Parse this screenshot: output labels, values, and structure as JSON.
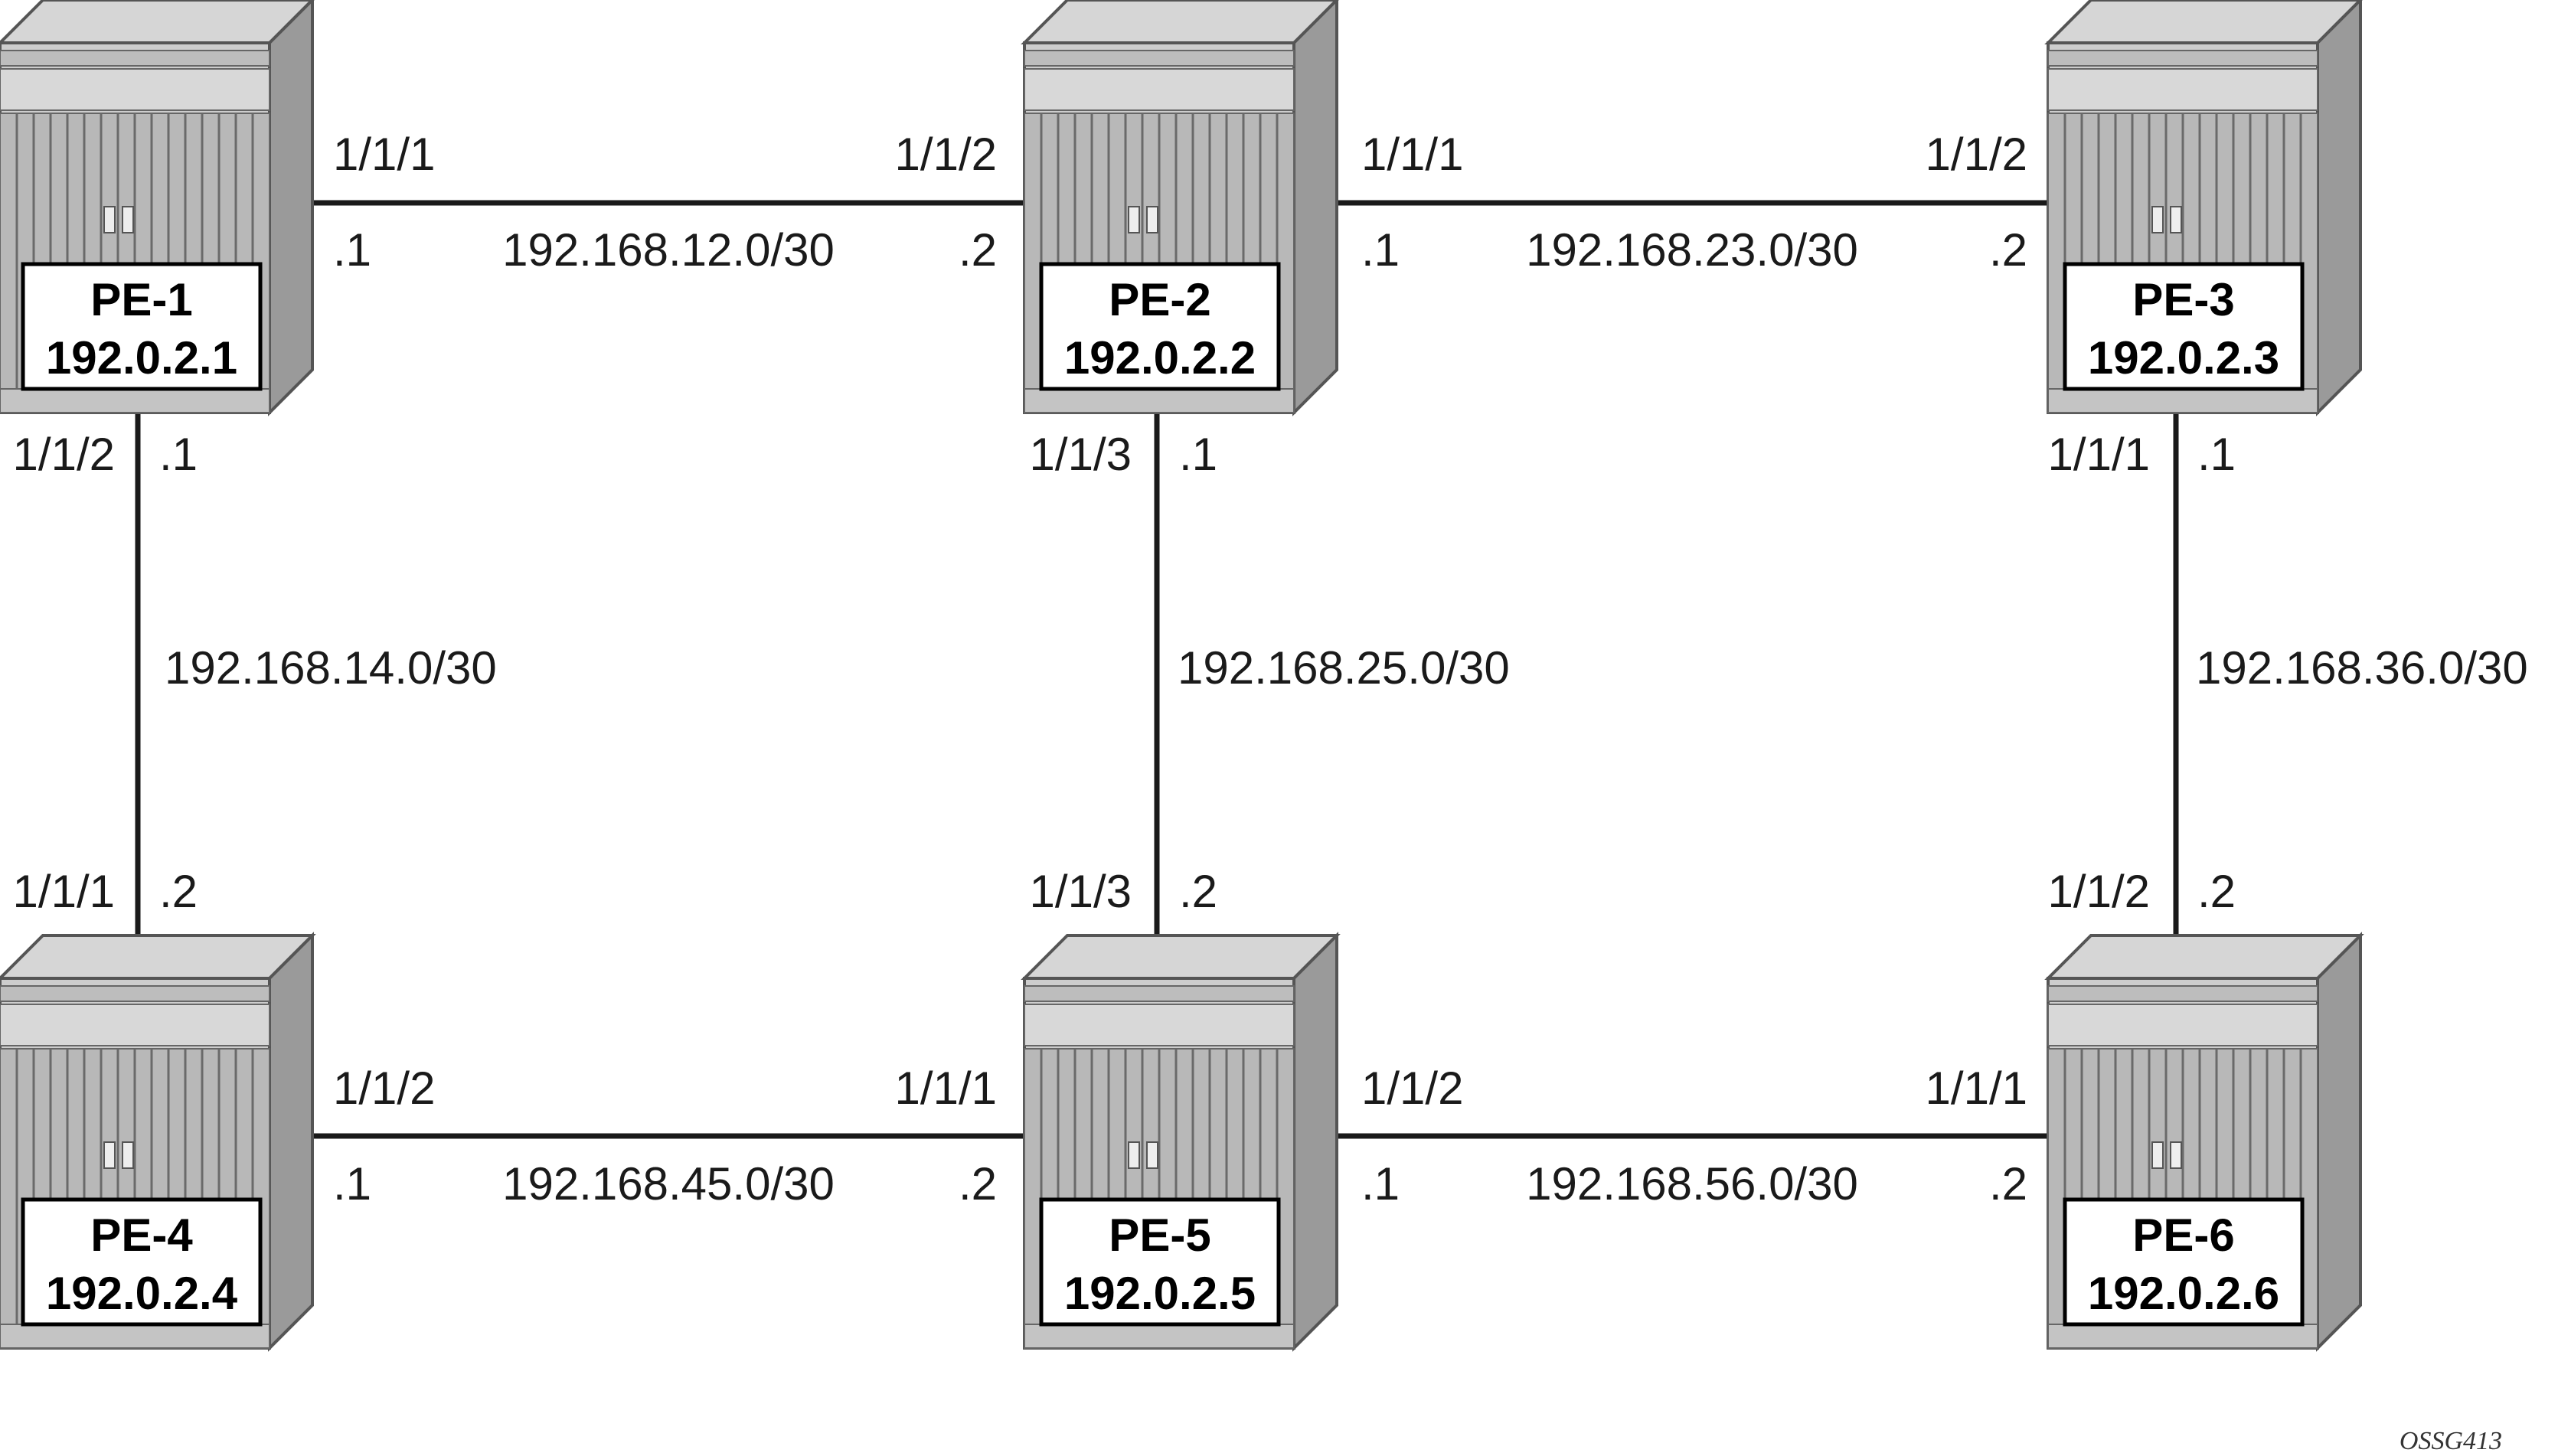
{
  "routers": [
    {
      "id": "pe1",
      "name": "PE-1",
      "ip": "192.0.2.1"
    },
    {
      "id": "pe2",
      "name": "PE-2",
      "ip": "192.0.2.2"
    },
    {
      "id": "pe3",
      "name": "PE-3",
      "ip": "192.0.2.3"
    },
    {
      "id": "pe4",
      "name": "PE-4",
      "ip": "192.0.2.4"
    },
    {
      "id": "pe5",
      "name": "PE-5",
      "ip": "192.0.2.5"
    },
    {
      "id": "pe6",
      "name": "PE-6",
      "ip": "192.0.2.6"
    }
  ],
  "links": [
    {
      "id": "pe1-pe2",
      "subnet": "192.168.12.0/30",
      "a_port": "1/1/1",
      "a_host": ".1",
      "b_port": "1/1/2",
      "b_host": ".2"
    },
    {
      "id": "pe2-pe3",
      "subnet": "192.168.23.0/30",
      "a_port": "1/1/1",
      "a_host": ".1",
      "b_port": "1/1/2",
      "b_host": ".2"
    },
    {
      "id": "pe1-pe4",
      "subnet": "192.168.14.0/30",
      "a_port": "1/1/2",
      "a_host": ".1",
      "b_port": "1/1/1",
      "b_host": ".2"
    },
    {
      "id": "pe2-pe5",
      "subnet": "192.168.25.0/30",
      "a_port": "1/1/3",
      "a_host": ".1",
      "b_port": "1/1/3",
      "b_host": ".2"
    },
    {
      "id": "pe3-pe6",
      "subnet": "192.168.36.0/30",
      "a_port": "1/1/1",
      "a_host": ".1",
      "b_port": "1/1/2",
      "b_host": ".2"
    },
    {
      "id": "pe4-pe5",
      "subnet": "192.168.45.0/30",
      "a_port": "1/1/2",
      "a_host": ".1",
      "b_port": "1/1/1",
      "b_host": ".2"
    },
    {
      "id": "pe5-pe6",
      "subnet": "192.168.56.0/30",
      "a_port": "1/1/2",
      "a_host": ".1",
      "b_port": "1/1/1",
      "b_host": ".2"
    }
  ],
  "credit": "OSSG413"
}
